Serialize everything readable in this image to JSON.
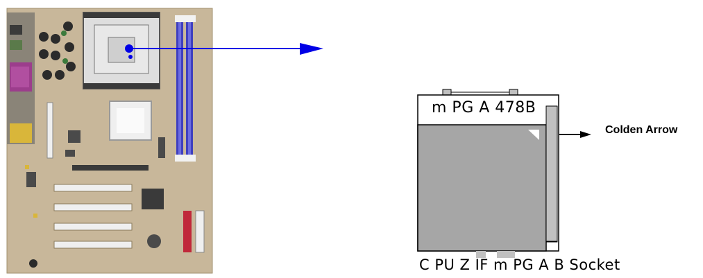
{
  "socket_diagram": {
    "model_label": "m PG A 478B",
    "golden_arrow_label": "Colden Arrow",
    "caption": "C PU  Z IF  m  PG A B  Socket"
  },
  "colors": {
    "pointer_arrow": "#0000e6",
    "chip_body": "#a6a6a6",
    "lever": "#c0c0c0",
    "outline": "#000000"
  },
  "icons": {
    "golden_arrow_mark": "triangle",
    "pointer": "arrow-right"
  }
}
